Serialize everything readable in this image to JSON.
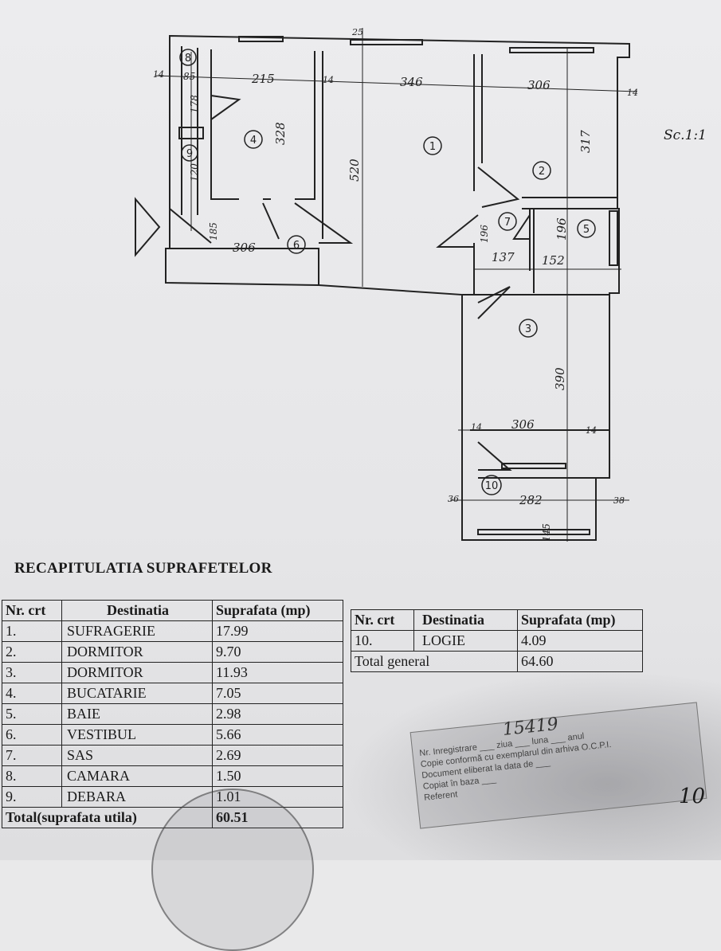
{
  "plan": {
    "scale": "Sc.1:1",
    "dimensions": {
      "d215": "215",
      "d346": "346",
      "d306_top": "306",
      "d317": "317",
      "d520": "520",
      "d178": "178",
      "d120": "120",
      "d85": "85",
      "d328": "328",
      "d185": "185",
      "d306_hall": "306",
      "d196_a": "196",
      "d196_b": "196",
      "d137": "137",
      "d152": "152",
      "d390": "390",
      "d306_bottom": "306",
      "d282": "282",
      "d145": "145",
      "m14a": "14",
      "m14b": "14",
      "m14c": "14",
      "m14d": "14",
      "m14e": "14",
      "m25": "25",
      "m38": "38",
      "m36": "36"
    },
    "room_markers": [
      "1",
      "2",
      "3",
      "4",
      "5",
      "6",
      "7",
      "8",
      "9",
      "10"
    ]
  },
  "recap": {
    "title": "RECAPITULATIA SUPRAFETELOR",
    "headers": {
      "nr": "Nr. crt",
      "dest": "Destinatia",
      "area": "Suprafata (mp)"
    },
    "rows": [
      {
        "nr": "1.",
        "dest": "SUFRAGERIE",
        "area": "17.99"
      },
      {
        "nr": "2.",
        "dest": "DORMITOR",
        "area": "9.70"
      },
      {
        "nr": "3.",
        "dest": "DORMITOR",
        "area": "11.93"
      },
      {
        "nr": "4.",
        "dest": "BUCATARIE",
        "area": "7.05"
      },
      {
        "nr": "5.",
        "dest": "BAIE",
        "area": "2.98"
      },
      {
        "nr": "6.",
        "dest": "VESTIBUL",
        "area": "5.66"
      },
      {
        "nr": "7.",
        "dest": "SAS",
        "area": "2.69"
      },
      {
        "nr": "8.",
        "dest": "CAMARA",
        "area": "1.50"
      },
      {
        "nr": "9.",
        "dest": "DEBARA",
        "area": "1.01"
      }
    ],
    "total_util_label": "Total(suprafata utila)",
    "total_util_value": "60.51",
    "right_rows": [
      {
        "nr": "10.",
        "dest": "LOGIE",
        "area": "4.09"
      }
    ],
    "total_general_label": "Total general",
    "total_general_value": "64.60"
  },
  "stamp": {
    "number": "15419",
    "lines": [
      "Nr. Inregistrare ___ ziua ___ luna ___ anul",
      "Copie conformă cu exemplarul din arhiva O.C.P.I.",
      "Document eliberat la data de ___",
      "Copiat în baza ___",
      "Referent"
    ]
  },
  "page_number": "10"
}
